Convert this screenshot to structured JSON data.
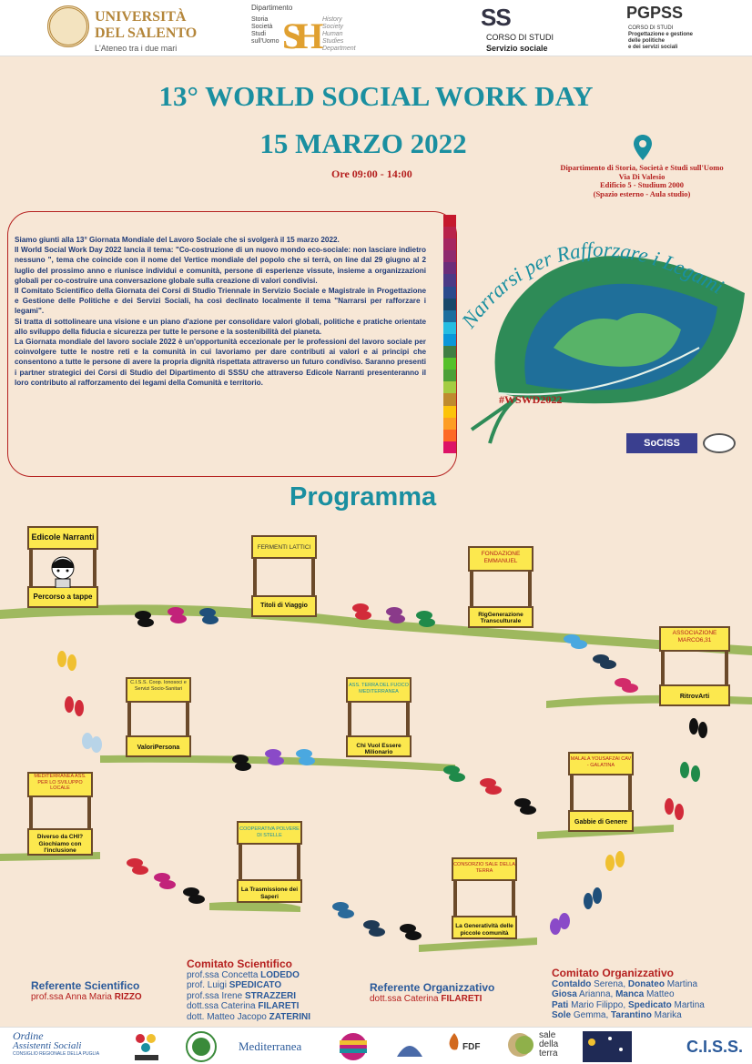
{
  "header": {
    "university": {
      "name_line1": "UNIVERSITÀ",
      "name_line2": "DEL SALENTO",
      "motto": "L'Ateneo tra i due mari"
    },
    "department": {
      "title": "Dipartimento",
      "left": [
        "Storia",
        "Società",
        "Studi",
        "sull'Uomo"
      ],
      "right": [
        "History",
        "Society",
        "Human",
        "Studies",
        "Department"
      ]
    },
    "course_ss": {
      "mark": "SS",
      "line1": "CORSO DI STUDI",
      "line2": "Servizio sociale"
    },
    "course_pgpss": {
      "mark": "PGPSS",
      "lines": [
        "CORSO DI STUDI",
        "Progettazione e gestione",
        "delle politiche",
        "e dei servizi sociali"
      ]
    }
  },
  "event": {
    "title": "13° WORLD SOCIAL WORK DAY",
    "date": "15 MARZO 2022",
    "time": "Ore 09:00 - 14:00",
    "venue": [
      "Dipartimento di Storia, Società e Studi sull'Uomo",
      "Via Di Valesio",
      "Edificio 5 - Studium 2000",
      "(Spazio esterno - Aula studio)"
    ]
  },
  "intro_paragraphs": [
    "Siamo giunti alla 13° Giornata Mondiale del Lavoro Sociale che si svolgerà il 15 marzo 2022.",
    "Il World Social Work Day 2022 lancia il tema: \"Co-costruzione di un nuovo mondo eco-sociale: non lasciare indietro nessuno \", tema che coincide con il nome del Vertice mondiale del popolo che si terrà, on line dal 29 giugno al 2 luglio del prossimo anno e riunisce individui e comunità, persone di esperienze vissute, insieme a organizzazioni globali per co-costruire una conversazione globale sulla creazione di valori condivisi.",
    "Il Comitato Scientifico della Giornata dei Corsi di Studio Triennale in Servizio Sociale e Magistrale in Progettazione e Gestione delle Politiche e dei Servizi Sociali, ha così declinato localmente il tema \"Narrarsi per rafforzare i legami\".",
    "Si tratta di sottolineare una visione e un piano d'azione per consolidare valori globali, politiche e pratiche orientate allo sviluppo della fiducia e sicurezza per tutte le persone e la sostenibilità del pianeta.",
    "La Giornata mondiale del lavoro sociale 2022 è un'opportunità eccezionale per le professioni del lavoro sociale per coinvolgere tutte le nostre reti e la comunità in cui lavoriamo per dare contributi ai valori e ai principi che consentono a tutte le persone di avere la propria dignità rispettata attraverso un futuro condiviso. Saranno presenti i partner strategici dei Corsi di Studio del Dipartimento di SSSU che attraverso Edicole Narranti presenteranno il loro contributo al rafforzamento dei legami della Comunità e territorio."
  ],
  "theme": {
    "text": "Narrarsi per Rafforzare i Legami",
    "hashtag": "#WSWD2022"
  },
  "partner_logos_top": {
    "sociss": "SoCISS"
  },
  "colors": {
    "teal": "#1a8fa0",
    "red": "#b5201f",
    "blue": "#2b5a9a",
    "yellow": "#fce84e"
  },
  "program_title": "Programma",
  "stalls": [
    {
      "top": "Edicole Narranti",
      "bottom": "Percorso a tappe"
    },
    {
      "top": "FERMENTI LATTICI",
      "bottom": "Titoli di Viaggio"
    },
    {
      "top": "FONDAZIONE EMMANUEL",
      "bottom": "RigGenerazione Transculturale"
    },
    {
      "top": "ASSOCIAZIONE MARCO6,31",
      "bottom": "RitrovArti"
    },
    {
      "top": "C.I.S.S. Coop. Ionosoci e Servizi Socio-Sanitari",
      "bottom": "ValoriPersona"
    },
    {
      "top": "ASS. TERRA DEL FUOCO MEDITERRANEA",
      "bottom": "Chi Vuol Essere Milionario"
    },
    {
      "top": "MALALA YOUSAFZAI CAV - GALATINA",
      "bottom": "Gabbie di Genere"
    },
    {
      "top": "MEDITERRANEA ASS. PER LO SVILUPPO LOCALE",
      "bottom": "Diverso da CHI? Giochiamo con l'inclusione"
    },
    {
      "top": "COOPERATIVA POLVERE DI STELLE",
      "bottom": "La Trasmissione dei Saperi"
    },
    {
      "top": "CONSORZIO SALE DELLA TERRA",
      "bottom": "La Generatività delle piccole comunità"
    }
  ],
  "footer": {
    "ref_scientifico": {
      "heading": "Referente Scientifico",
      "name_prefix": "prof.ssa Anna Maria",
      "surname": "RIZZO"
    },
    "comitato_scientifico": {
      "heading": "Comitato Scientifico",
      "members": [
        {
          "prefix": "prof.ssa Concetta",
          "surname": "LODEDO"
        },
        {
          "prefix": "prof. Luigi",
          "surname": "SPEDICATO"
        },
        {
          "prefix": "prof.ssa Irene",
          "surname": "STRAZZERI"
        },
        {
          "prefix": "dott.ssa Caterina",
          "surname": "FILARETI"
        },
        {
          "prefix": "dott. Matteo Jacopo",
          "surname": "ZATERINI"
        }
      ]
    },
    "ref_organizzativo": {
      "heading": "Referente Organizzativo",
      "name_prefix": "dott.ssa Caterina",
      "surname": "FILARETI"
    },
    "comitato_organizzativo": {
      "heading": "Comitato Organizzativo",
      "rows": [
        {
          "s1": "Contaldo",
          "n1": "Serena,",
          "s2": "Donateo",
          "n2": "Martina"
        },
        {
          "s1": "Giosa",
          "n1": "Arianna,",
          "s2": "Manca",
          "n2": "Matteo"
        },
        {
          "s1": "Pati",
          "n1": "Mario Filippo,",
          "s2": "Spedicato",
          "n2": "Martina"
        },
        {
          "s1": "Sole",
          "n1": "Gemma,",
          "s2": "Tarantino",
          "n2": "Marika"
        }
      ]
    }
  },
  "bottom_logos": {
    "ordine": [
      "Ordine",
      "Assistenti Sociali",
      "CONSIGLIO REGIONALE DELLA PUGLIA"
    ],
    "mediterranea": "Mediterranea",
    "fdf": "FDF",
    "sale_terra": [
      "sale",
      "della",
      "terra"
    ],
    "ciss": "C.I.S.S."
  }
}
